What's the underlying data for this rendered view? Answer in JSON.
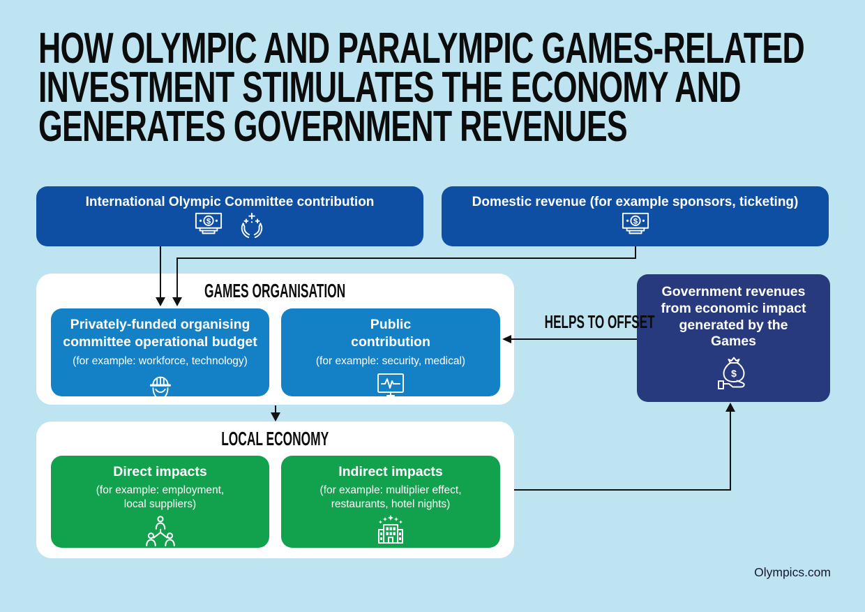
{
  "title_lines": [
    "HOW OLYMPIC AND PARALYMPIC GAMES-RELATED",
    "INVESTMENT STIMULATES THE ECONOMY AND",
    "GENERATES GOVERNMENT REVENUES"
  ],
  "funding_sources": {
    "ioc": {
      "label": "International Olympic Committee contribution",
      "icons": [
        "banknote-icon",
        "giving-hands-icon"
      ]
    },
    "domestic": {
      "label": "Domestic revenue (for example sponsors, ticketing)",
      "icons": [
        "banknote-icon"
      ]
    }
  },
  "games_organisation": {
    "heading": "GAMES ORGANISATION",
    "private_budget": {
      "title": "Privately-funded organising committee operational budget",
      "subtitle": "(for example: workforce, technology)",
      "icon": "hard-hat-icon"
    },
    "public_contribution": {
      "title": "Public contribution",
      "subtitle": "(for example: security, medical)",
      "icon": "monitor-pulse-icon"
    }
  },
  "local_economy": {
    "heading": "LOCAL ECONOMY",
    "direct": {
      "title": "Direct impacts",
      "subtitle": "(for example: employment, local suppliers)",
      "icon": "people-network-icon"
    },
    "indirect": {
      "title": "Indirect impacts",
      "subtitle": "(for example: multiplier effect, restaurants, hotel nights)",
      "icon": "hotel-icon"
    }
  },
  "government_revenues": {
    "label": "Government revenues from economic impact generated by the Games",
    "icon": "money-bag-hand-icon"
  },
  "relations": {
    "offset_label": "HELPS TO OFFSET"
  },
  "credit": "Olympics.com",
  "colors": {
    "background": "#bde4f0",
    "primary_blue": "#0e4fa3",
    "light_blue": "#1480c6",
    "navy": "#273a7e",
    "green": "#12a24d",
    "panel_white": "#ffffff",
    "text_dark": "#0c0c0c",
    "text_light": "#ffffff",
    "arrow_black": "#111111"
  }
}
